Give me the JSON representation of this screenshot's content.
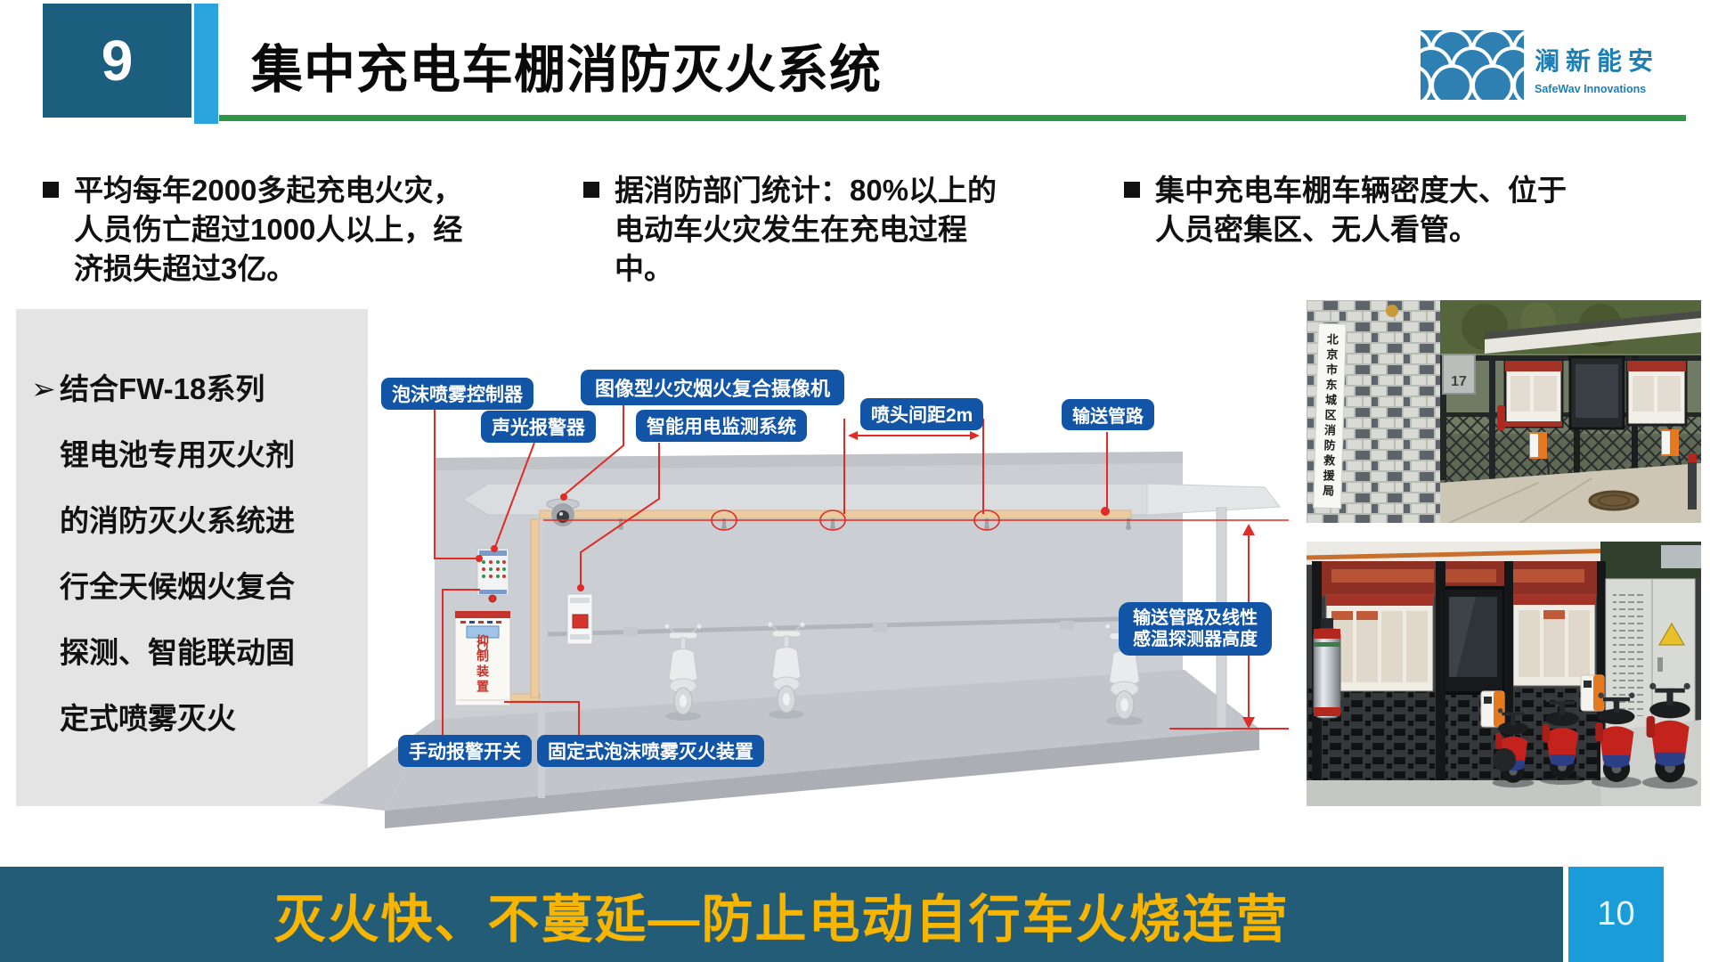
{
  "slide": {
    "number": "9",
    "title": "集中充电车棚消防灭火系统",
    "footer_banner": "灭火快、不蔓延—防止电动自行车火烧连营",
    "page_number": "10"
  },
  "logo": {
    "name": "澜新能安",
    "subtitle": "SafeWav Innovations"
  },
  "bullets": [
    {
      "text": "平均每年2000多起充电火灾，人员伤亡超过1000人以上，经济损失超过3亿。"
    },
    {
      "text": "据消防部门统计：80%以上的电动车火灾发生在充电过程中。"
    },
    {
      "text": "集中充电车棚车辆密度大、位于人员密集区、无人看管。"
    }
  ],
  "info_panel": {
    "marker": "➢",
    "lines": [
      "结合FW-18系列",
      "锂电池专用灭火剂",
      "的消防灭火系统进",
      "行全天候烟火复合",
      "探测、智能联动固",
      "定式喷雾灭火"
    ]
  },
  "diagram": {
    "labels": {
      "foam_controller": "泡沫喷雾控制器",
      "sound_light_alarm": "声光报警器",
      "camera": "图像型火灾烟火复合摄像机",
      "power_monitor": "智能用电监测系统",
      "nozzle_spacing": "喷头间距2m",
      "pipe": "输送管路",
      "pipe_height_line1": "输送管路及线性",
      "pipe_height_line2": "感温探测器高度",
      "manual_alarm": "手动报警开关",
      "fixed_device": "固定式泡沫喷雾灭火装置"
    },
    "cabinet_text": "抑制装置"
  },
  "photos": {
    "top": {
      "sign_vertical": "北京市东城区消防救援局",
      "street_number": "17"
    }
  },
  "colors": {
    "number_box": "#1C5E7E",
    "accent_stripe": "#2BA3DC",
    "title_underline_green": "#2E9549",
    "label_pill_blue": "#1254A6",
    "logo_blue": "#1D7FB4",
    "connector_red": "#E02B26",
    "banner_background": "#235C77",
    "banner_text_yellow": "#F7B500",
    "page_box_blue": "#199CD8",
    "info_panel_gray": "#E4E4E5"
  }
}
